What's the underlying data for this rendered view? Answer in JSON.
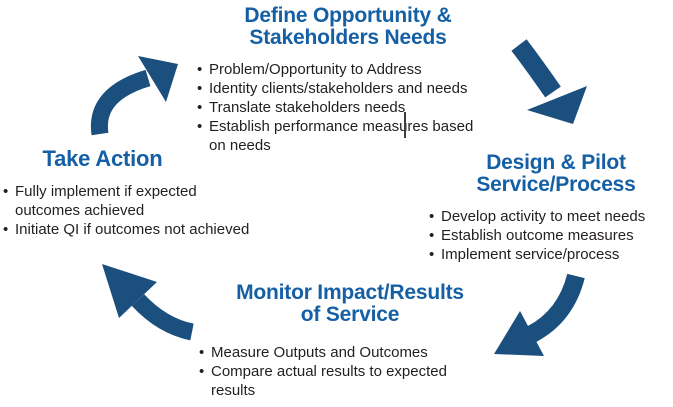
{
  "colors": {
    "background": "#ffffff",
    "heading": "#155fa5",
    "arrow": "#1b4f7e",
    "text": "#231f20"
  },
  "sections": {
    "define": {
      "heading": "Define Opportunity &\nStakeholders Needs",
      "bullets": [
        "Problem/Opportunity to Address",
        "Identity clients/stakeholders and needs",
        "Translate stakeholders needs",
        "Establish performance measures based\non needs"
      ]
    },
    "design": {
      "heading": "Design & Pilot\nService/Process",
      "bullets": [
        "Develop activity to meet needs",
        "Establish outcome measures",
        "Implement service/process"
      ]
    },
    "monitor": {
      "heading": "Monitor Impact/Results\nof Service",
      "bullets": [
        "Measure Outputs and Outcomes",
        "Compare actual results to expected\nresults"
      ]
    },
    "take_action": {
      "heading": "Take Action",
      "bullets": [
        "Fully implement if expected\noutcomes achieved",
        "Initiate QI if outcomes not achieved"
      ]
    }
  },
  "icons": {
    "top_left_arrow": "curved-arrow-up-right",
    "top_right_arrow": "curved-arrow-down-right",
    "bottom_right_arrow": "curved-arrow-down-left",
    "bottom_left_arrow": "curved-arrow-up-left",
    "artifact": "text-cursor"
  }
}
